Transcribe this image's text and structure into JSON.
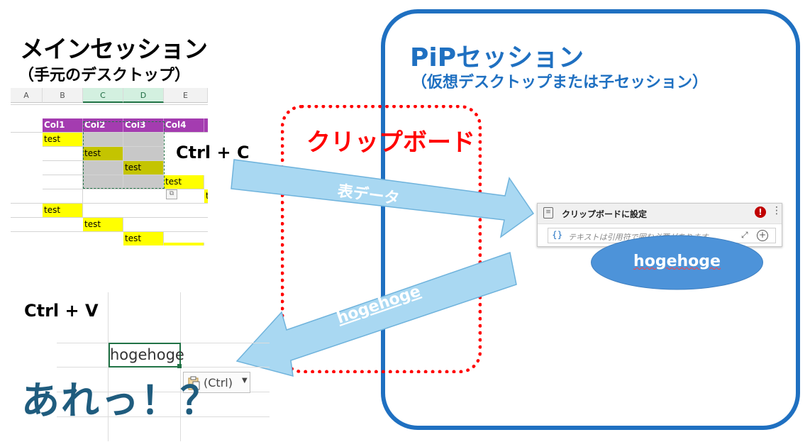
{
  "main_session": {
    "title": "メインセッション",
    "subtitle": "（手元のデスクトップ）"
  },
  "pip_session": {
    "title": "PiPセッション",
    "subtitle": "（仮想デスクトップまたは子セッション）"
  },
  "clipboard": {
    "title": "クリップボード"
  },
  "shortcuts": {
    "copy": "Ctrl + C",
    "paste": "Ctrl + V"
  },
  "arrows": {
    "to_pip": "表データ",
    "to_main": "hogehoge"
  },
  "spreadsheet": {
    "columns": [
      "A",
      "B",
      "C",
      "D",
      "E"
    ],
    "selected_columns": [
      "C",
      "D"
    ],
    "headers": [
      "Col1",
      "Col2",
      "Col3",
      "Col4"
    ],
    "cell_text": "test"
  },
  "clipboard_card": {
    "title": "クリップボードに設定",
    "field_placeholder": "テキストは引用符で囲む必要があります",
    "value": "hogehoge"
  },
  "paste_result": {
    "cell_value": "hogehoge",
    "paste_options_label": "(Ctrl)",
    "exclamation": "あれっ！？"
  },
  "colors": {
    "pip_blue": "#1f70c1",
    "clipboard_red": "#ff0000",
    "arrow_fill": "#a9d8f2",
    "bubble_fill": "#4d93d9",
    "header_purple": "#a43cb0",
    "highlight_yellow": "#ffff00",
    "exclamation_teal": "#1f5c7e"
  },
  "icons": [
    "clipboard-icon",
    "error-icon",
    "more-vertical-icon",
    "brace-icon",
    "expand-icon",
    "add-icon",
    "paste-icon",
    "caret-down-icon"
  ]
}
